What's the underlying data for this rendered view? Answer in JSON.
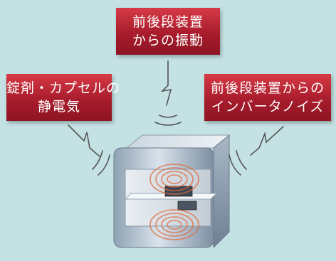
{
  "labels": {
    "vibration": {
      "line1": "前後段装置",
      "line2": "からの振動"
    },
    "static": {
      "line1": "錠剤・カプセルの",
      "line2": "静電気"
    },
    "noise": {
      "line1": "前後段装置からの",
      "line2": "インバータノイズ"
    }
  },
  "colors": {
    "background": "#c4e2e4",
    "label_red": "#a81c2c",
    "signal_lines": "#555555",
    "ripple": "#e06a3a"
  }
}
